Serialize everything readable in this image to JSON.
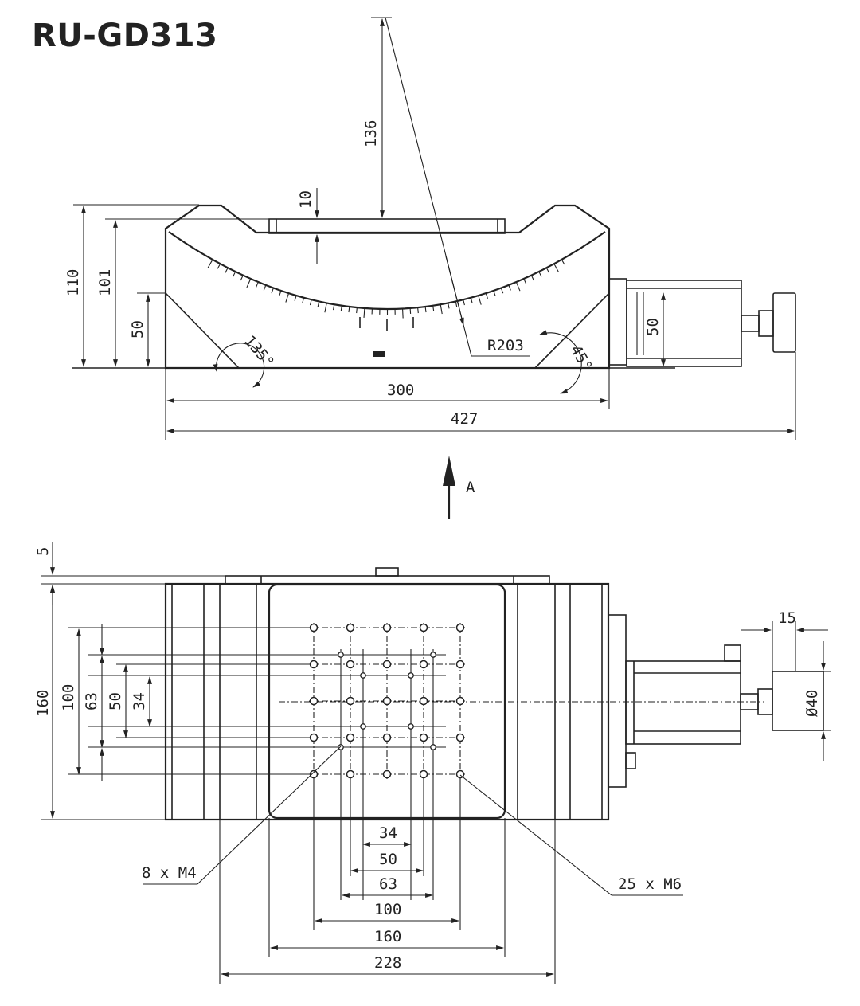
{
  "title": "RU-GD313",
  "front_view": {
    "dim_top_gap": "136",
    "dim_plate": "10",
    "dim_height_total": "110",
    "dim_height_arc": "101",
    "dim_height_side": "50",
    "dim_motor": "50",
    "angle_left": "135°",
    "angle_right": "45°",
    "radius": "R203",
    "dim_width_body": "300",
    "dim_width_total": "427",
    "view_arrow": "A"
  },
  "top_view": {
    "dim_top_offset": "5",
    "dim_height_total": "160",
    "dim_h_100": "100",
    "dim_h_63": "63",
    "dim_h_50": "50",
    "dim_h_34": "34",
    "dim_knob": "15",
    "dim_knob_dia": "Ø40",
    "label_m4": "8 x  M4",
    "label_m6": "25 x  M6",
    "dim_w_34": "34",
    "dim_w_50": "50",
    "dim_w_63": "63",
    "dim_w_100": "100",
    "dim_w_160": "160",
    "dim_w_228": "228"
  }
}
